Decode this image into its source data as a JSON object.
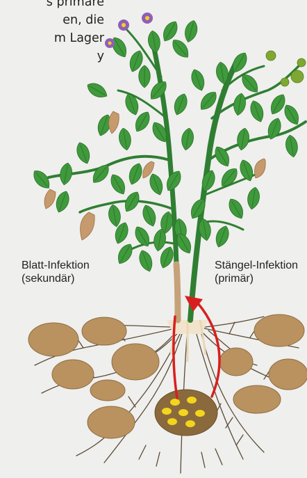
{
  "intro_text": [
    "s primäre",
    "en, die",
    "m Lager",
    "y"
  ],
  "labels": {
    "leaf": [
      "Blatt-Infektion",
      "(sekundär)"
    ],
    "stem": [
      "Stängel-Infektion",
      "(primär)"
    ]
  },
  "colors": {
    "background": "#efefed",
    "leaf": "#3f9a3c",
    "leaf_dark": "#2b6e2a",
    "stem": "#2f7f32",
    "infected_stem": "#c6a27a",
    "infected_leaf": "#c69a6c",
    "tuber": "#b99260",
    "mother_tuber": "#8a6a3c",
    "spores": "#f2d51c",
    "arrow": "#d71f1f",
    "flower": "#8e5fb8",
    "berry": "#7fa832"
  }
}
